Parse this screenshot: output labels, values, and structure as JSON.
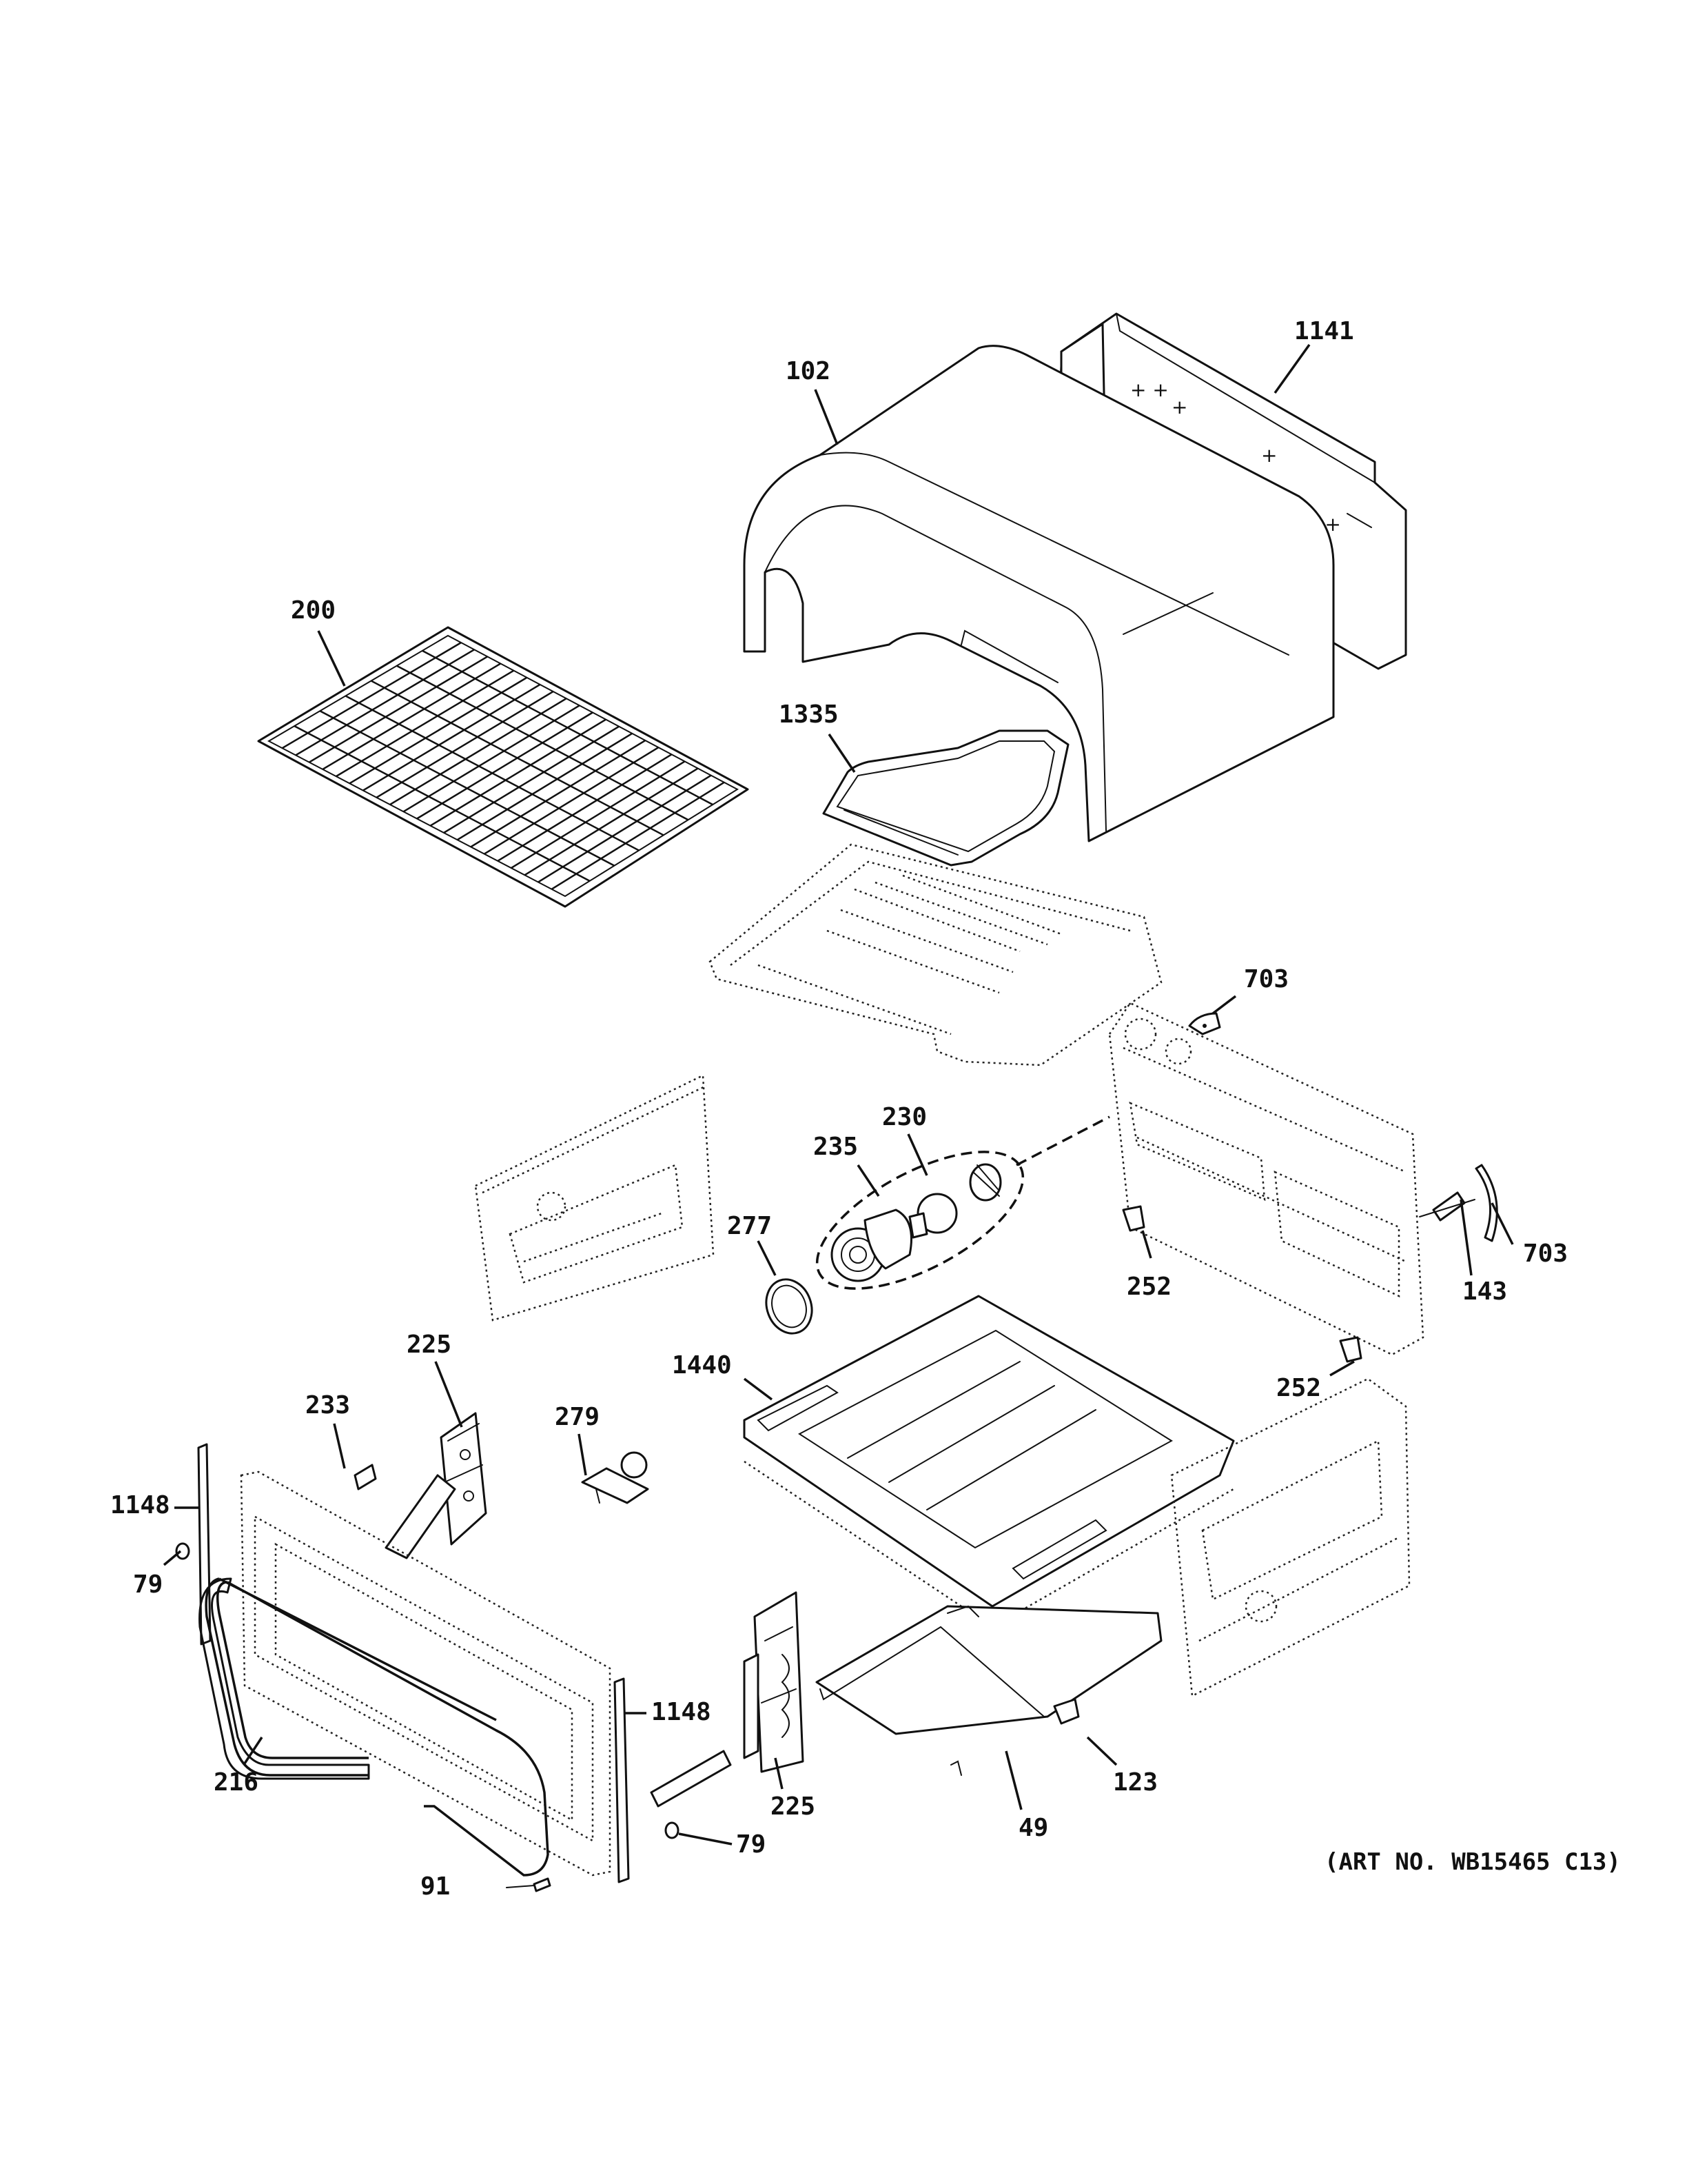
{
  "art_number": "(ART NO. WB15465 C13)",
  "callouts": {
    "c102": "102",
    "c1141": "1141",
    "c200": "200",
    "c1335": "1335",
    "c703a": "703",
    "c703b": "703",
    "c230": "230",
    "c235": "235",
    "c277": "277",
    "c252a": "252",
    "c252b": "252",
    "c143": "143",
    "c225a": "225",
    "c225b": "225",
    "c1440": "1440",
    "c233": "233",
    "c279": "279",
    "c1148a": "1148",
    "c1148b": "1148",
    "c79a": "79",
    "c79b": "79",
    "c216": "216",
    "c91": "91",
    "c49": "49",
    "c123": "123"
  }
}
